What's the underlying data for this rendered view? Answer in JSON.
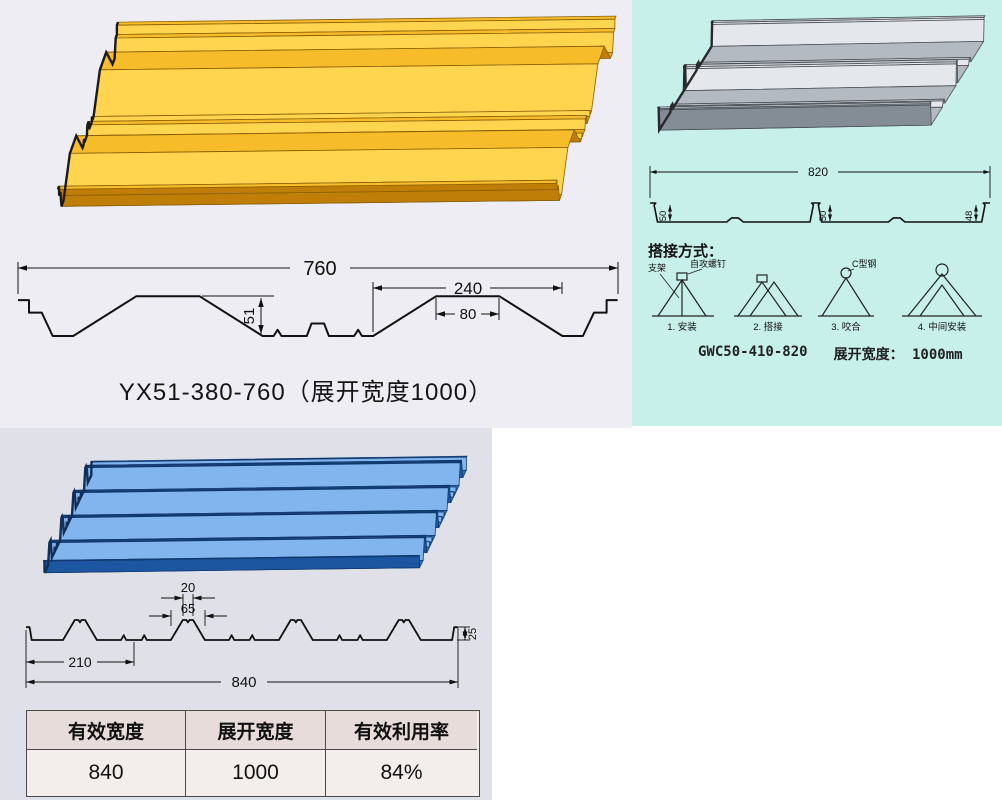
{
  "yellow_panel": {
    "caption": "YX51-380-760（展开宽度1000）",
    "dims": {
      "total_width": "760",
      "rib_base": "240",
      "rib_top": "80",
      "height": "51"
    }
  },
  "gray_panel": {
    "model": "GWC50-410-820",
    "unfold_label": "展开宽度： 1000mm",
    "lap_title": "搭接方式：",
    "lap_steps": [
      "1. 安装",
      "2. 搭接",
      "3. 咬合",
      "4. 中间安装"
    ],
    "lap_parts": {
      "bracket": "支架",
      "screw": "自攻螺钉",
      "c_steel": "C型钢"
    },
    "dims": {
      "total_width": "820",
      "height_left": "50",
      "height_mid": "50",
      "height_right": "48"
    }
  },
  "blue_panel": {
    "dims": {
      "crest_top": "20",
      "rib_opening": "65",
      "pitch": "210",
      "total_width": "840",
      "height": "25"
    },
    "table": {
      "headers": [
        "有效宽度",
        "展开宽度",
        "有效利用率"
      ],
      "values": [
        "840",
        "1000",
        "84%"
      ]
    }
  },
  "colors": {
    "yellow": "#f0a81a",
    "gray": "#bfc4ca",
    "blue": "#2e74c9",
    "cyan_bg": "#c7f0ea"
  }
}
